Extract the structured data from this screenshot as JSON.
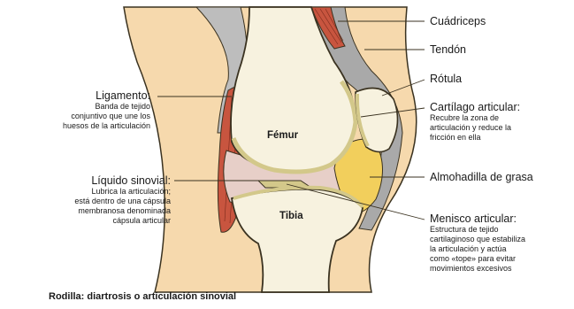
{
  "labels": {
    "cuadriceps": "Cuádriceps",
    "tendon": "Tendón",
    "rotula": "Rótula",
    "cartilago": {
      "title": "Cartílago articular:",
      "desc": [
        "Recubre la zona de",
        "articulación y reduce la",
        "fricción en ella"
      ]
    },
    "almohadilla": "Almohadilla de grasa",
    "menisco": {
      "title": "Menisco articular:",
      "desc": [
        "Estructura de tejido",
        "cartilaginoso que estabiliza",
        "la articulación y actúa",
        "como «tope» para evitar",
        "movimientos excesivos"
      ]
    },
    "ligamento": {
      "title": "Ligamento:",
      "desc": [
        "Banda de tejido",
        "conjuntivo que une los",
        "huesos de la articulación"
      ]
    },
    "liquido": {
      "title": "Líquido sinovial:",
      "desc": [
        "Lubrica la articulación;",
        "está dentro de una cápsula",
        "membranosa denominada",
        "cápsula articular"
      ]
    },
    "femur": "Fémur",
    "tibia": "Tibia"
  },
  "caption": "Rodilla: diartrosis o articulación sinovial",
  "colors": {
    "skin": "#f6d9ad",
    "bone": "#f7f2df",
    "bone_outline": "#3a3220",
    "cartilage": "#d3c88a",
    "muscle": "#c8553f",
    "synovial": "#e7cfc8",
    "fat_pad": "#f2cf5c",
    "tendon_gray": "#9c9c9c"
  }
}
